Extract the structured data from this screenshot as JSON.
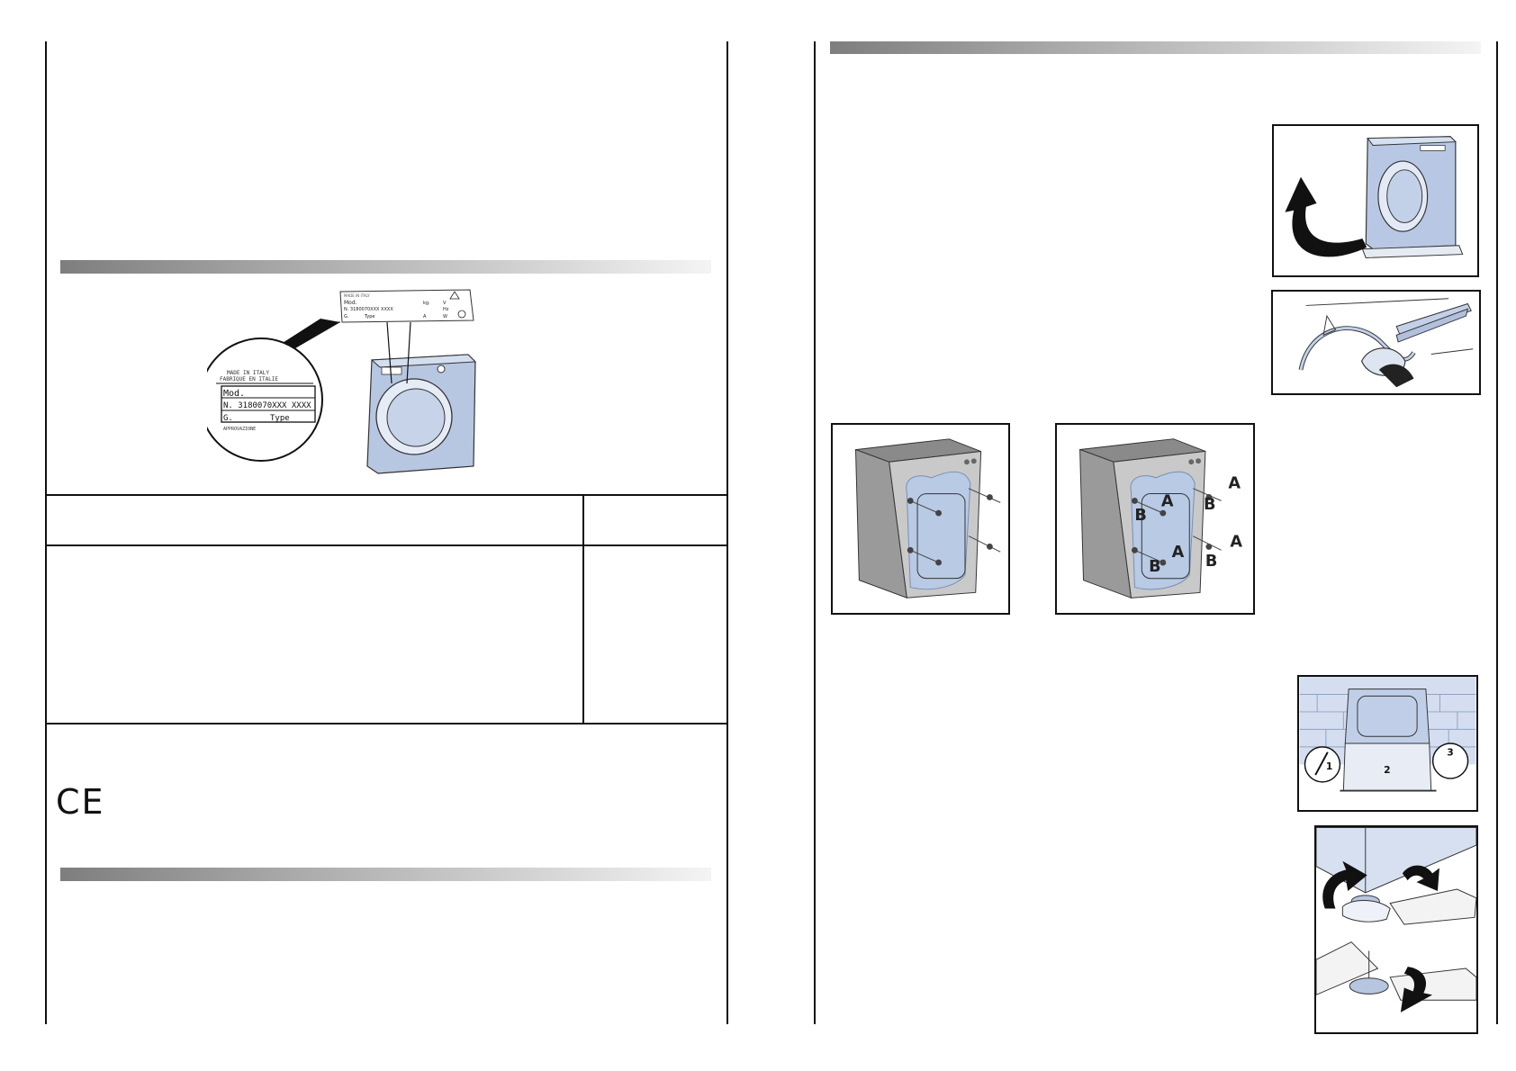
{
  "rating_plate": {
    "plate_lines": [
      "MADE IN ITALY",
      "Mod.",
      "N. 3180070XXX XXXX",
      "G.",
      "Type",
      "kg.",
      "V",
      "Hz",
      "A",
      "W"
    ],
    "zoom_lines": [
      "MADE IN ITALY",
      "FABRIQUE EN ITALIE",
      "Mod.",
      "N. 3180070XXX XXXX",
      "G.",
      "Type",
      "APPROVAZIONE"
    ]
  },
  "ce_mark": "CE",
  "figure_labels": {
    "a": "A",
    "b": "B",
    "step_1": "1",
    "step_2": "2",
    "step_3": "3"
  }
}
